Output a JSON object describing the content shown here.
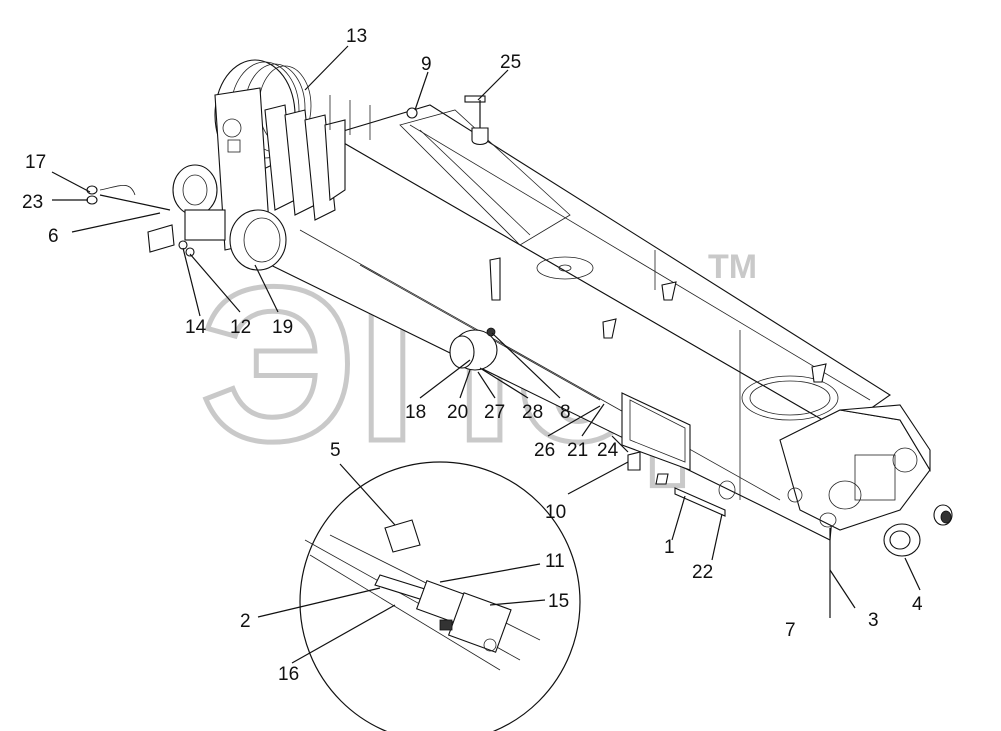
{
  "watermark": {
    "text": "ЭПср",
    "mark": "TM"
  },
  "callouts": [
    {
      "id": "13",
      "label": "13"
    },
    {
      "id": "9",
      "label": "9"
    },
    {
      "id": "25",
      "label": "25"
    },
    {
      "id": "17",
      "label": "17"
    },
    {
      "id": "23",
      "label": "23"
    },
    {
      "id": "6",
      "label": "6"
    },
    {
      "id": "14",
      "label": "14"
    },
    {
      "id": "12",
      "label": "12"
    },
    {
      "id": "19",
      "label": "19"
    },
    {
      "id": "18",
      "label": "18"
    },
    {
      "id": "20",
      "label": "20"
    },
    {
      "id": "27",
      "label": "27"
    },
    {
      "id": "28",
      "label": "28"
    },
    {
      "id": "8",
      "label": "8"
    },
    {
      "id": "26",
      "label": "26"
    },
    {
      "id": "21",
      "label": "21"
    },
    {
      "id": "24",
      "label": "24"
    },
    {
      "id": "10",
      "label": "10"
    },
    {
      "id": "1",
      "label": "1"
    },
    {
      "id": "22",
      "label": "22"
    },
    {
      "id": "5",
      "label": "5"
    },
    {
      "id": "11",
      "label": "11"
    },
    {
      "id": "15",
      "label": "15"
    },
    {
      "id": "2",
      "label": "2"
    },
    {
      "id": "16",
      "label": "16"
    },
    {
      "id": "7",
      "label": "7"
    },
    {
      "id": "3",
      "label": "3"
    },
    {
      "id": "4",
      "label": "4"
    }
  ]
}
